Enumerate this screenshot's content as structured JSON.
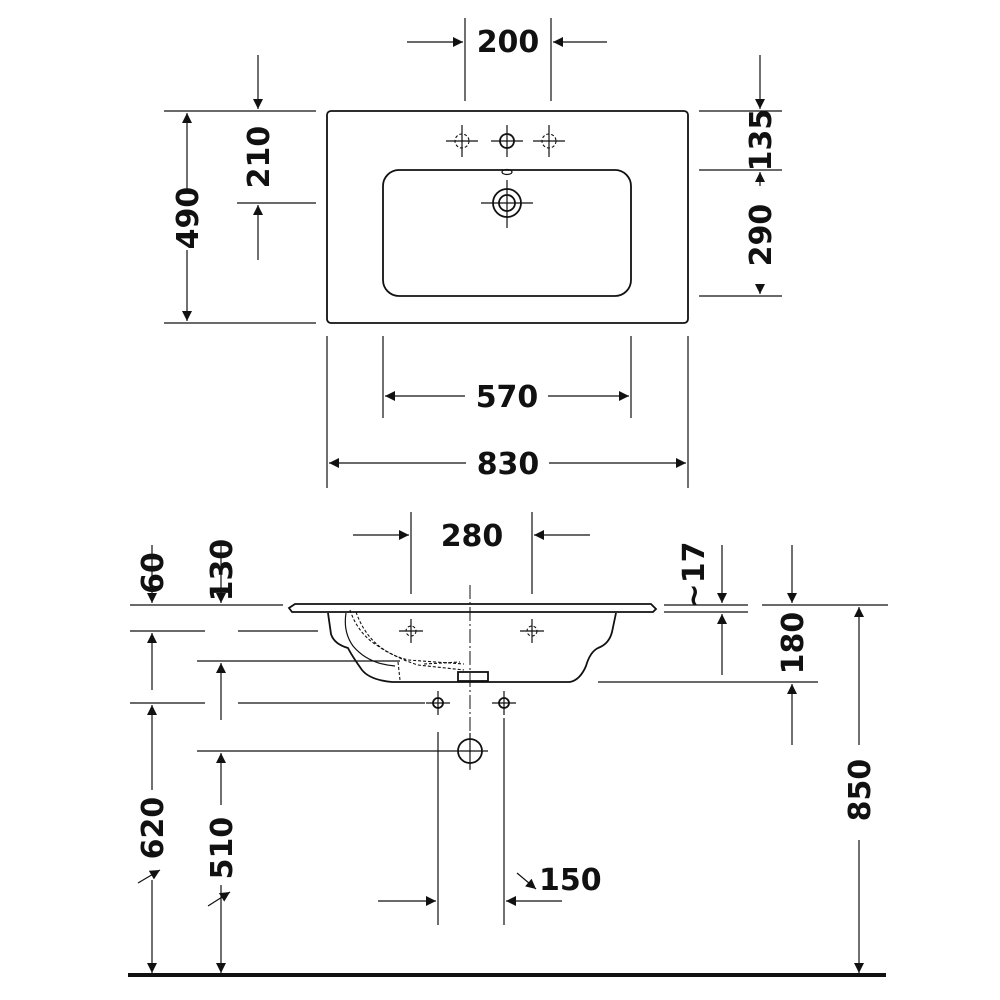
{
  "dimensions": {
    "tap_hole_spacing": "200",
    "front_to_tap_row": "210",
    "overall_depth": "490",
    "back_to_bowl": "135",
    "bowl_depth": "290",
    "bowl_width": "570",
    "overall_width": "830",
    "side_tap_spacing": "280",
    "rim_thickness": "60",
    "rim_to_overflow": "130",
    "rim_overhang": "~17",
    "bowl_height": "180",
    "overall_height": "850",
    "waste_height_620": "620",
    "waste_height_510": "510",
    "trap_spacing": "150"
  }
}
